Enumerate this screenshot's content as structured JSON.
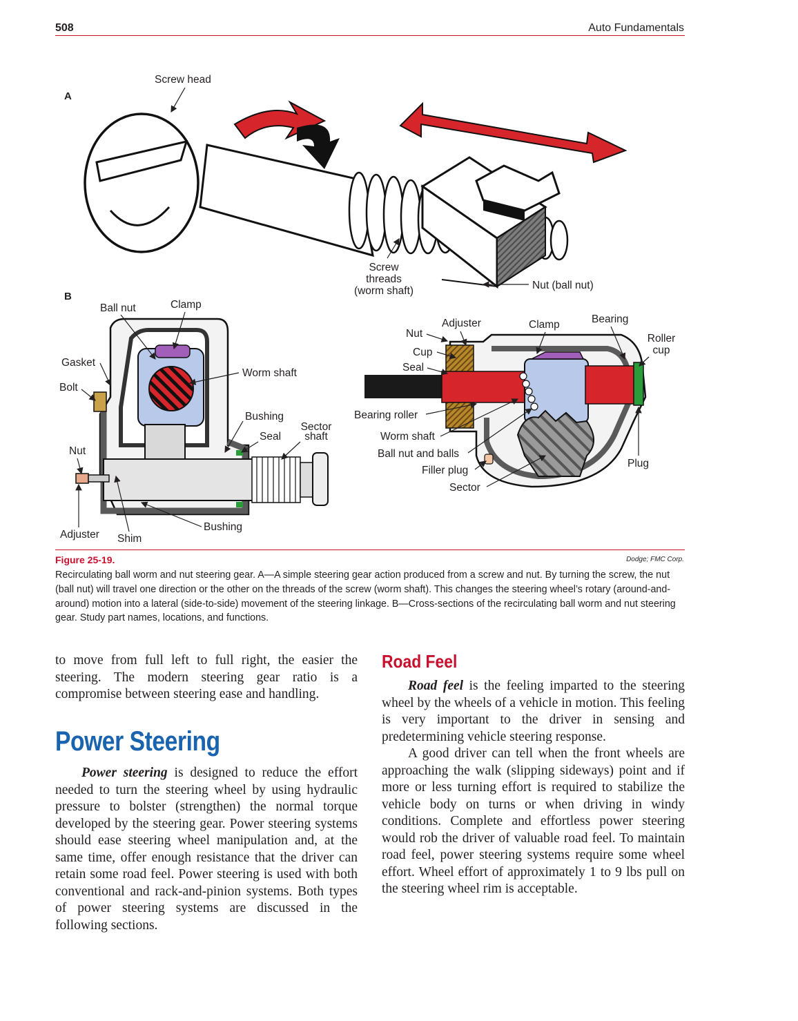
{
  "header": {
    "page_number": "508",
    "book_title": "Auto Fundamentals"
  },
  "figure": {
    "number": "Figure 25-19.",
    "credit": "Dodge; FMC Corp.",
    "caption": "Recirculating ball worm and nut steering gear. A—A simple steering gear action produced from a screw and nut. By turning the screw, the nut (ball nut) will travel one direction or the other on the threads of the screw (worm shaft). This changes the steering wheel’s rotary (around-and-around) motion into a lateral (side-to-side) movement of the steering linkage. B—Cross-sections of the recirculating ball worm and nut steering gear. Study part names, locations, and functions.",
    "panel_a": {
      "letter": "A",
      "labels": {
        "screw_head": "Screw head",
        "screw_threads": [
          "Screw",
          "threads",
          "(worm shaft)"
        ],
        "nut": "Nut (ball nut)"
      }
    },
    "panel_b": {
      "letter": "B",
      "left_labels": {
        "ball_nut": "Ball nut",
        "clamp": "Clamp",
        "gasket": "Gasket",
        "bolt": "Bolt",
        "worm_shaft": "Worm shaft",
        "bushing": "Bushing",
        "seal": "Seal",
        "sector_shaft": [
          "Sector",
          "shaft"
        ],
        "nut": "Nut",
        "bushing2": "Bushing",
        "adjuster": "Adjuster",
        "shim": "Shim"
      },
      "right_labels": {
        "adjuster": "Adjuster",
        "clamp": "Clamp",
        "bearing": "Bearing",
        "nut": "Nut",
        "roller_cup": [
          "Roller",
          "cup"
        ],
        "cup": "Cup",
        "seal": "Seal",
        "bearing_roller": "Bearing roller",
        "worm_shaft": "Worm shaft",
        "ball_nut_balls": "Ball nut and balls",
        "filler_plug": "Filler plug",
        "plug": "Plug",
        "sector": "Sector"
      }
    }
  },
  "col1_intro": "to move from full left to full right, the easier the steering. The modern steering gear ratio is a compromise between steering ease and handling.",
  "power_steering": {
    "heading": "Power Steering",
    "term": "Power steering",
    "body": " is designed to reduce the effort needed to turn the steering wheel by using hydraulic pressure to bolster (strengthen) the normal torque developed by the steering gear. Power steering systems should ease steering wheel manipulation and, at the same time, offer enough resistance that the driver can retain some road feel. Power steering is used with both conventional and rack-and-pinion systems. Both types of power steering systems are discussed in the following sections."
  },
  "road_feel": {
    "heading": "Road Feel",
    "term": "Road feel",
    "p1_body": " is the feeling imparted to the steering wheel by the wheels of a vehicle in motion. This feeling is very important to the driver in sensing and predetermining vehicle steering response.",
    "p2": "A good driver can tell when the front wheels are approaching the walk (slipping sideways) point and if more or less turning effort is required to stabilize the vehicle body on turns or when driving in windy conditions. Complete and effortless power steering would rob the driver of valuable road feel. To maintain road feel, power steering systems require some wheel effort. Wheel effort of approximately 1 to 9 lbs pull on the steering wheel rim is acceptable."
  },
  "colors": {
    "accent_red": "#c8102e",
    "heading_blue": "#1a63ae",
    "part_blue": "#b8c9ea",
    "part_red": "#d7262b",
    "part_gray": "#9a9a9a"
  }
}
